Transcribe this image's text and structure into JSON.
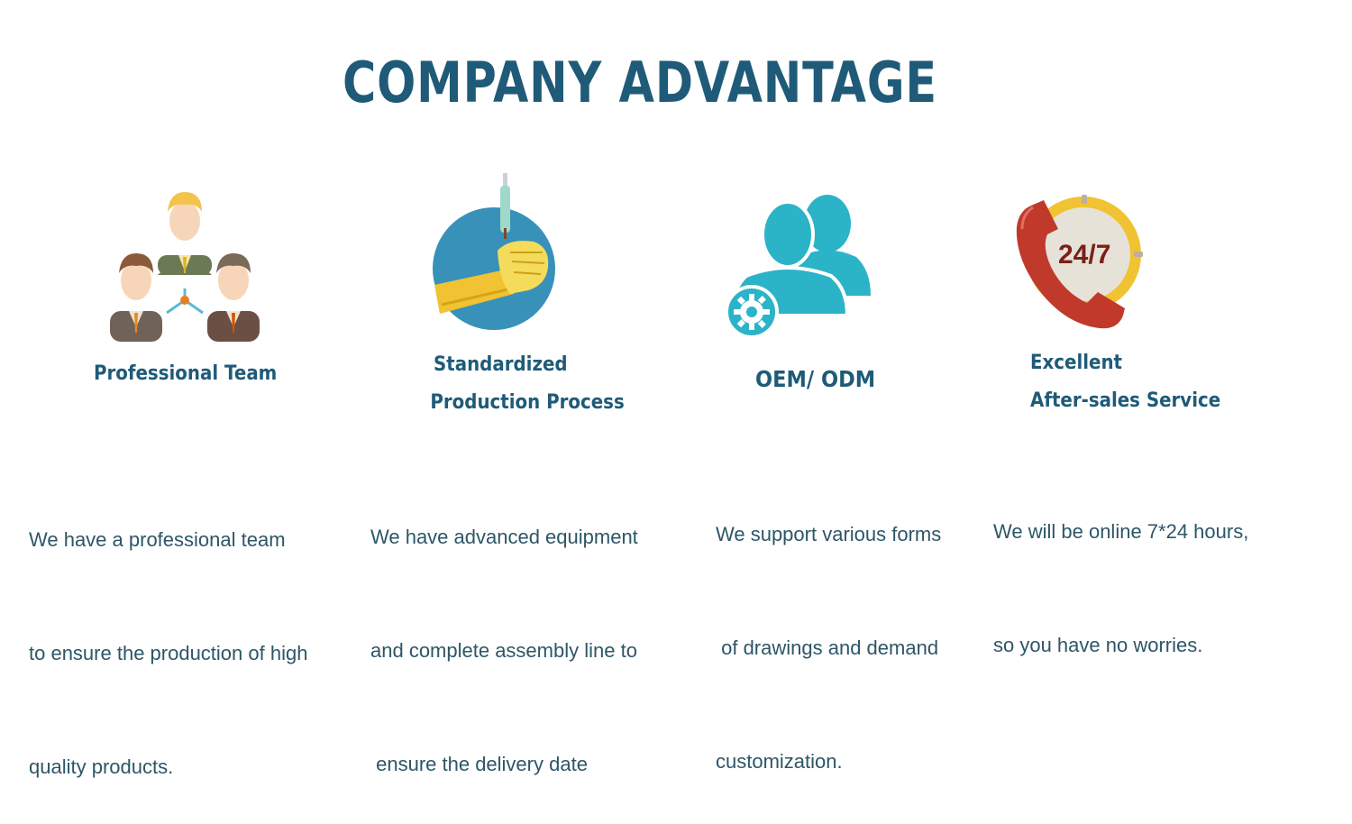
{
  "title": "COMPANY ADVANTAGE",
  "advantages": [
    {
      "icon": "team-icon",
      "heading": [
        "Professional Team"
      ],
      "description": [
        "We have a professional team",
        "to ensure the production of high",
        "quality products."
      ]
    },
    {
      "icon": "production-icon",
      "heading": [
        "Standardized",
        "Production Process"
      ],
      "description": [
        "We have advanced equipment",
        "and complete assembly line to",
        " ensure the delivery date"
      ]
    },
    {
      "icon": "oem-users-icon",
      "heading": [
        "OEM/ ODM"
      ],
      "description": [
        "We support various forms",
        " of drawings and demand",
        "customization."
      ]
    },
    {
      "icon": "phone-24-7-icon",
      "heading": [
        "Excellent",
        "After-sales Service"
      ],
      "description": [
        "We will be online 7*24 hours,",
        "so you have no worries."
      ],
      "badge": "24/7"
    }
  ],
  "colors": {
    "heading": "#1f5b78",
    "text": "#2d5667",
    "teal": "#2bb3c8",
    "blue_circle": "#3891b9",
    "yellow": "#f1c232",
    "red_phone": "#c0392b"
  }
}
